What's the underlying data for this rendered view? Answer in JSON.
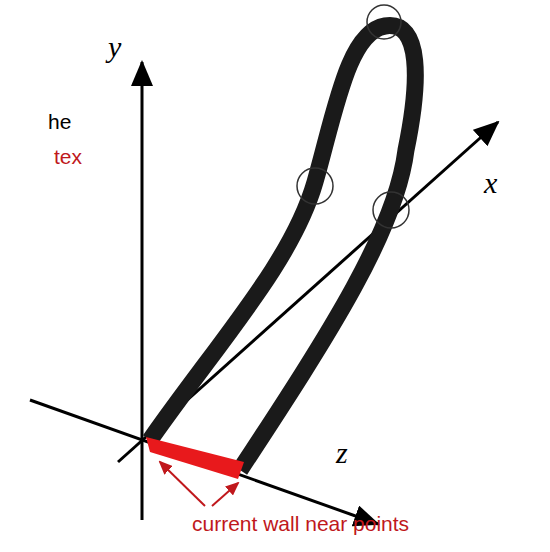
{
  "diagram": {
    "labels": [
      "y",
      "x",
      "z",
      "he",
      "tex",
      "current wall near points"
    ]
  }
}
